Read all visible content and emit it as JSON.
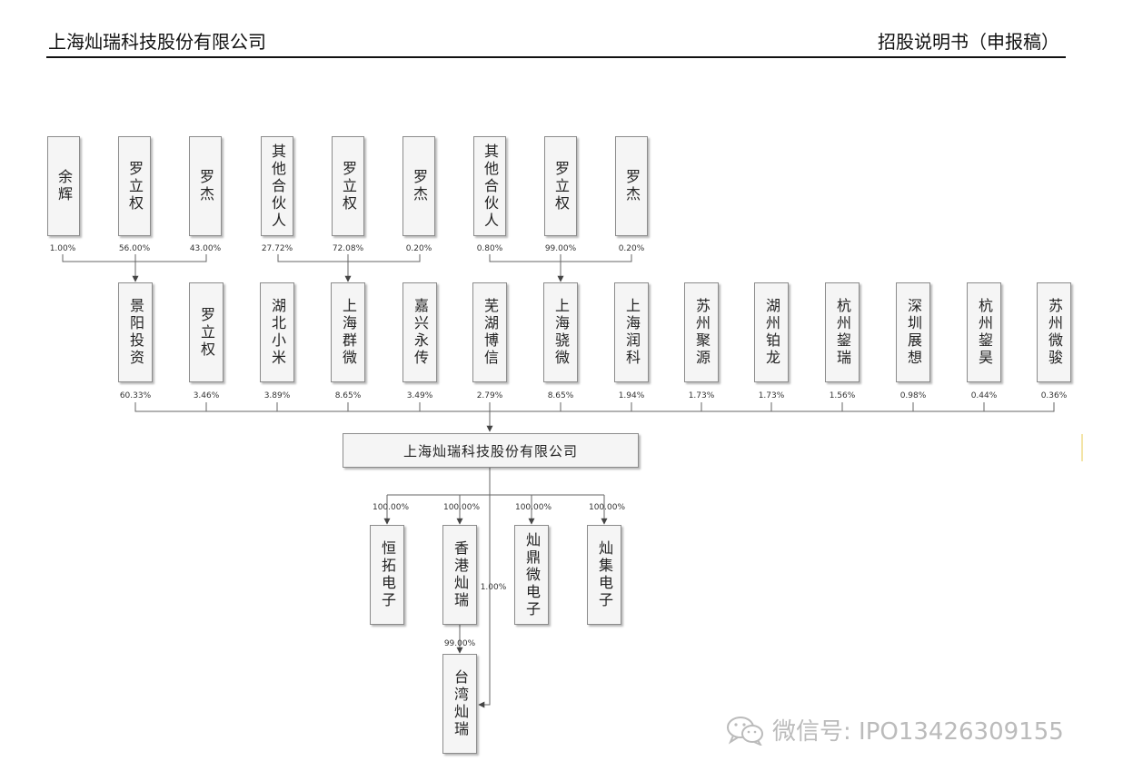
{
  "header": {
    "left": "上海灿瑞科技股份有限公司",
    "right": "招股说明书（申报稿）"
  },
  "diagram": {
    "top_boxes": [
      {
        "id": "t1",
        "name": "余辉",
        "pct": "1.00%"
      },
      {
        "id": "t2",
        "name": "罗立权",
        "pct": "56.00%"
      },
      {
        "id": "t3",
        "name": "罗杰",
        "pct": "43.00%"
      },
      {
        "id": "t4",
        "name": "其他合伙人",
        "pct": "27.72%"
      },
      {
        "id": "t5",
        "name": "罗立权",
        "pct": "72.08%"
      },
      {
        "id": "t6",
        "name": "罗杰",
        "pct": "0.20%"
      },
      {
        "id": "t7",
        "name": "其他合伙人",
        "pct": "0.80%"
      },
      {
        "id": "t8",
        "name": "罗立权",
        "pct": "99.00%"
      },
      {
        "id": "t9",
        "name": "罗杰",
        "pct": "0.20%"
      }
    ],
    "shareholders": [
      {
        "id": "s1",
        "name": "景阳投资",
        "pct": "60.33%"
      },
      {
        "id": "s2",
        "name": "罗立权",
        "pct": "3.46%"
      },
      {
        "id": "s3",
        "name": "湖北小米",
        "pct": "3.89%"
      },
      {
        "id": "s4",
        "name": "上海群微",
        "pct": "8.65%"
      },
      {
        "id": "s5",
        "name": "嘉兴永传",
        "pct": "3.49%"
      },
      {
        "id": "s6",
        "name": "芜湖博信",
        "pct": "2.79%"
      },
      {
        "id": "s7",
        "name": "上海骁微",
        "pct": "8.65%"
      },
      {
        "id": "s8",
        "name": "上海润科",
        "pct": "1.94%"
      },
      {
        "id": "s9",
        "name": "苏州聚源",
        "pct": "1.73%"
      },
      {
        "id": "s10",
        "name": "湖州铂龙",
        "pct": "1.73%"
      },
      {
        "id": "s11",
        "name": "杭州鋆瑞",
        "pct": "1.56%"
      },
      {
        "id": "s12",
        "name": "深圳展想",
        "pct": "0.98%"
      },
      {
        "id": "s13",
        "name": "杭州鋆昊",
        "pct": "0.44%"
      },
      {
        "id": "s14",
        "name": "苏州微骏",
        "pct": "0.36%"
      }
    ],
    "company": "上海灿瑞科技股份有限公司",
    "subsidiaries": [
      {
        "id": "c1",
        "name": "恒拓电子",
        "pct": "100.00%"
      },
      {
        "id": "c2",
        "name": "香港灿瑞",
        "pct": "100.00%"
      },
      {
        "id": "c3",
        "name": "灿鼎微电子",
        "pct": "100.00%"
      },
      {
        "id": "c4",
        "name": "灿集电子",
        "pct": "100.00%"
      }
    ],
    "taiwan": {
      "name": "台湾灿瑞",
      "pct_from_hk": "99.00%",
      "pct_from_parent": "1.00%"
    }
  },
  "watermark": {
    "icon": "wechat-icon",
    "text": "微信号: IPO13426309155",
    "color": "#bbbbbb"
  }
}
